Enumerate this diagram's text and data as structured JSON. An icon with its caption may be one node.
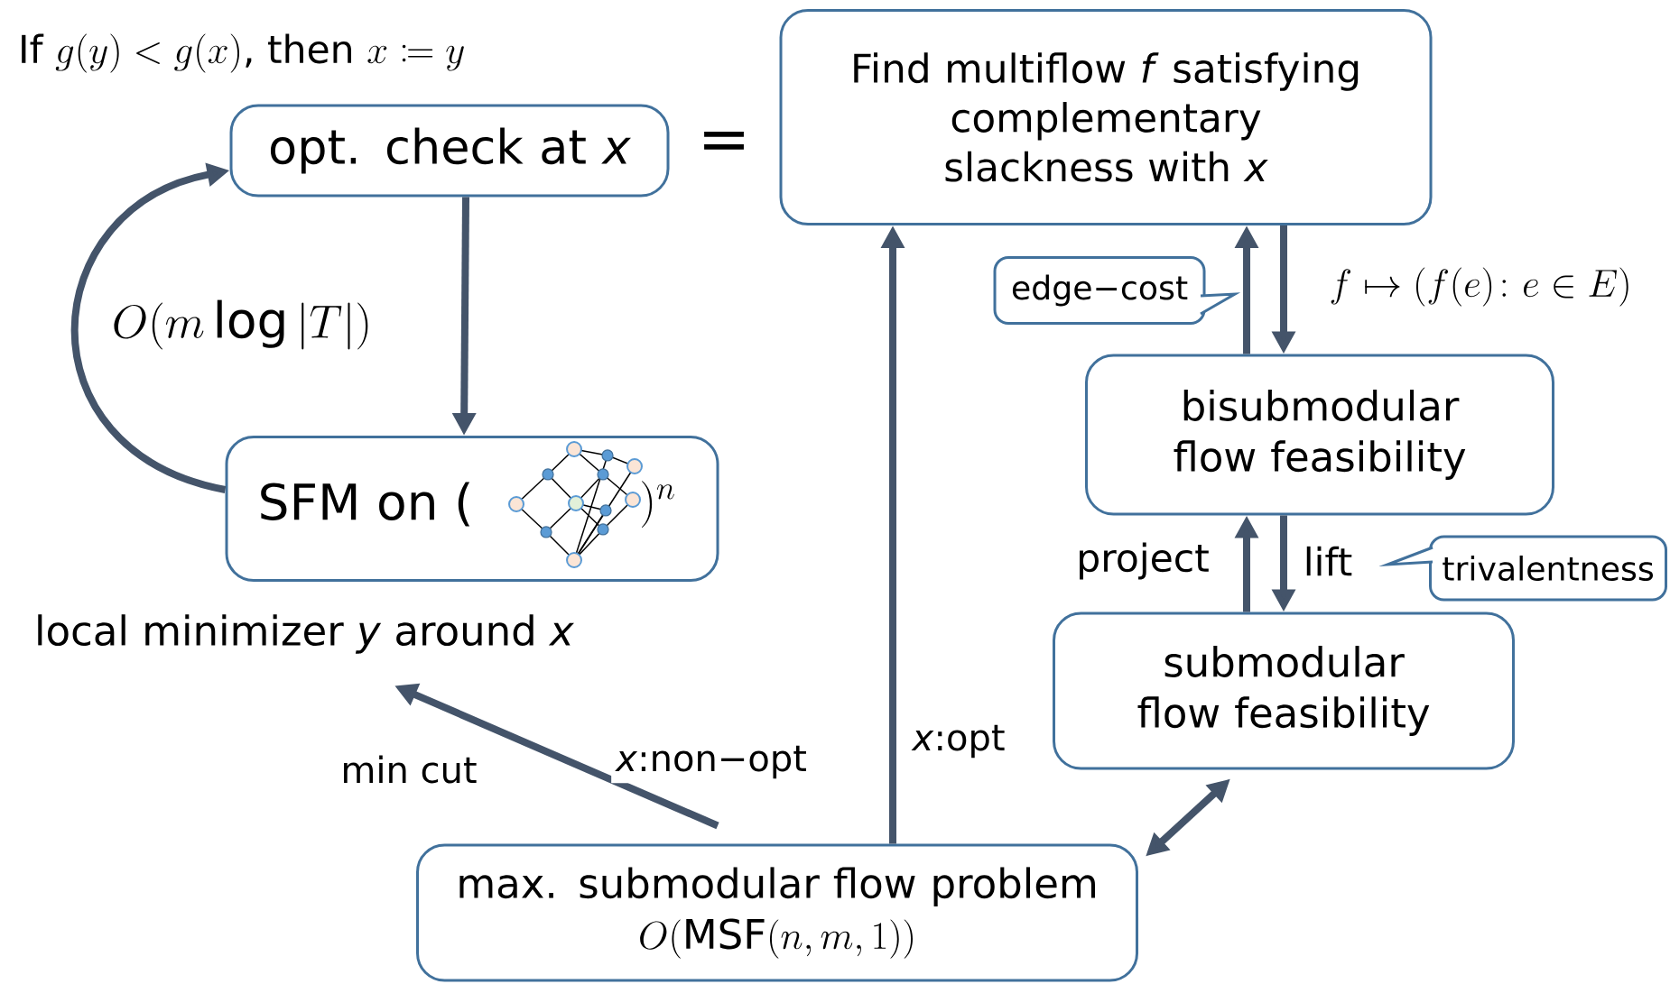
{
  "diagram": {
    "nodes": [
      {
        "text": [
          "opt. check at *x*"
        ]
      },
      {
        "text": [
          "Find multiflow *f* satisfying complementary slackness with *x*"
        ]
      },
      {
        "text": [
          "SFM on (",
          ")^{n}"
        ]
      },
      {
        "text": [
          "bisubmodular flow feasibility"
        ]
      },
      {
        "text": [
          "submodular flow feasibility"
        ]
      },
      {
        "text": [
          "max. submodular flow problem",
          "O(\\mathrm{MSF}(n,m,1))"
        ]
      },
      {
        "text": [
          "edge−cost"
        ]
      },
      {
        "text": [
          "trivalentness"
        ]
      },
      {
        "text": [
          "local minimizer *y* around *x*"
        ]
      }
    ],
    "edges": [
      {
        "from": 0,
        "to": 2,
        "arrow": "to"
      },
      {
        "from": 2,
        "to": 0,
        "arrow": "to",
        "label": "O(m\\log|T|)"
      },
      {
        "from": 5,
        "to": 1,
        "arrow": "to",
        "label": "*x*:opt"
      },
      {
        "from": 5,
        "to": 8,
        "arrow": "to",
        "label": "*x*:non−opt"
      },
      {
        "from": 3,
        "to": 1,
        "arrow": "to"
      },
      {
        "from": 1,
        "to": 3,
        "arrow": "to",
        "label": "f\\mapsto(f(e)\\colon e\\in E)"
      },
      {
        "from": 4,
        "to": 3,
        "arrow": "to",
        "label": "project"
      },
      {
        "from": 3,
        "to": 4,
        "arrow": "to",
        "label": "lift"
      },
      {
        "from": 4,
        "to": 5,
        "arrow": "both"
      }
    ],
    "labels": [
      "\\text{If }g(y)<g(x)\\text{, then }x\\coloneqq y",
      "=",
      "min cut"
    ]
  }
}
